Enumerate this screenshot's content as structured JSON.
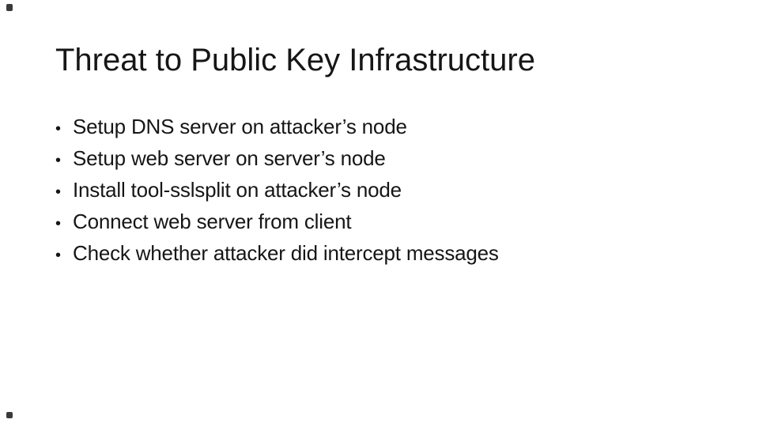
{
  "slide": {
    "title": "Threat to Public Key Infrastructure",
    "bullet_char": "•",
    "bullets": [
      "Setup DNS server on attacker’s node",
      "Setup web server on server’s node",
      "Install tool-sslsplit on attacker’s node",
      "Connect web server from client",
      "Check whether attacker did intercept messages"
    ],
    "colors": {
      "background": "#ffffff",
      "text": "#161616",
      "corner_mark": "#3a3a3a"
    }
  }
}
